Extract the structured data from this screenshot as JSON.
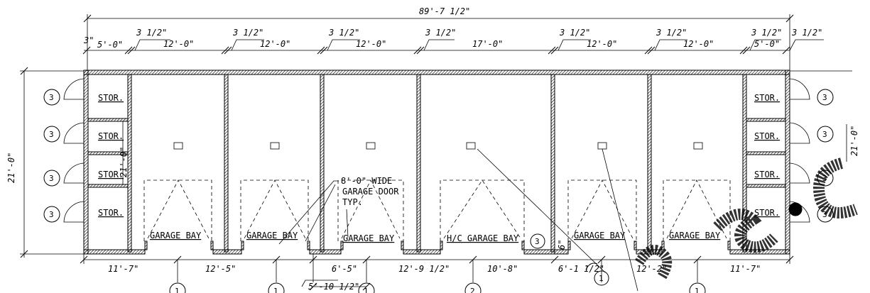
{
  "plan": {
    "overall_width": "89'-7 1/2\"",
    "overall_depth": "21'-0\"",
    "stor_depth": "21'-0\"",
    "right_depth_partial": "21'-0\""
  },
  "top_dims": {
    "wall_3in": "3\"",
    "stor_left": "5'-0\"",
    "wall_35": "3 1/2\"",
    "bay_12": "12'-0\"",
    "bay_17": "17'-0\"",
    "stor_right": "5'-0\""
  },
  "bottom_dims": {
    "d1": "11'-7\"",
    "d2": "12'-5\"",
    "d3": "6'-5\"",
    "d4": "12'-9 1/2\"",
    "d5": "10'-8\"",
    "d6": "6'-1 1/2\"",
    "d7": "12'-2\"",
    "d8": "11'-7\"",
    "d_sub": "5'-10 1/2\"",
    "side_6": "6\""
  },
  "rooms": {
    "stor": "STOR.",
    "garage": "GARAGE BAY",
    "hc_garage": "H/C GARAGE BAY"
  },
  "note": {
    "line1": "8'-0\" WIDE",
    "line2": "GARAGE DOOR",
    "line3": "TYP."
  },
  "tags": {
    "door_tag": "3",
    "wall_tag_1": "1",
    "wall_tag_2": "2"
  }
}
